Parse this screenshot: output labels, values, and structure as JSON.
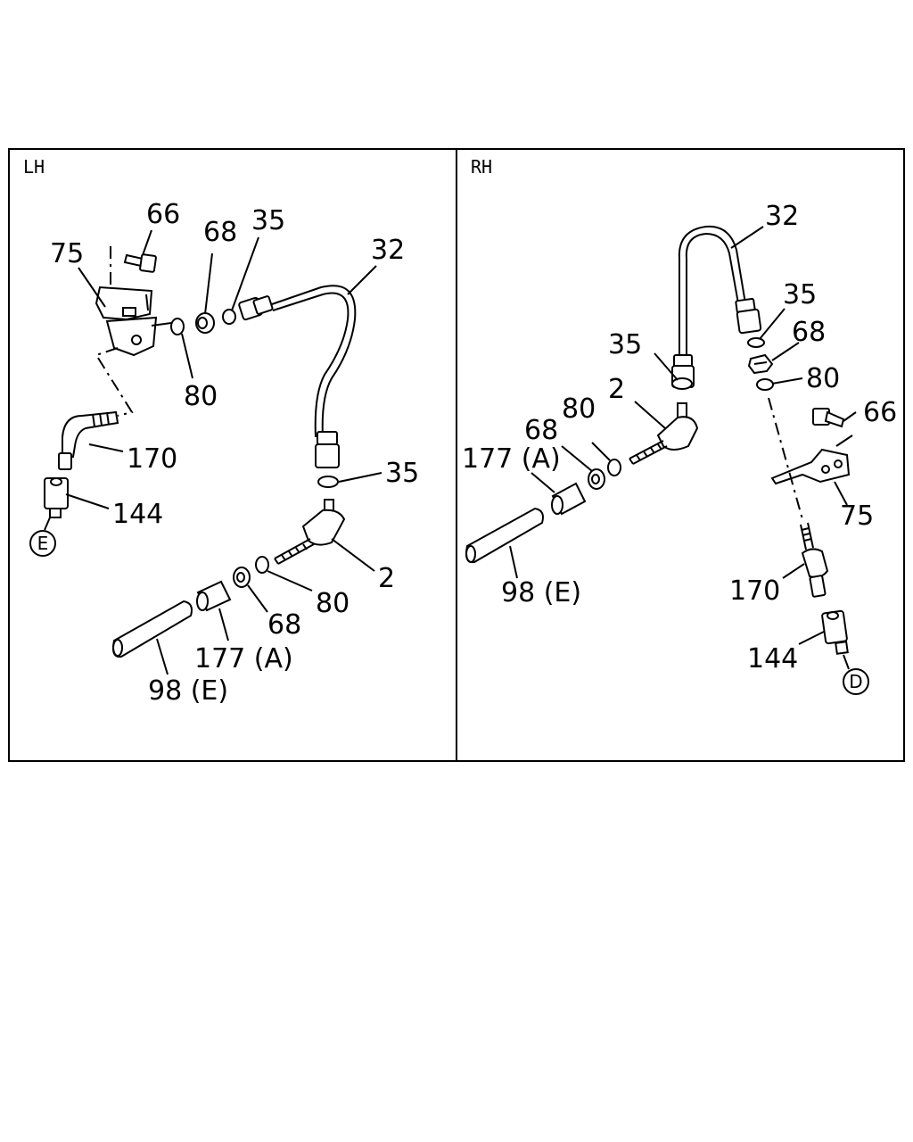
{
  "panels": {
    "left": {
      "side_label": "LH",
      "callouts": {
        "c66": "66",
        "c75": "75",
        "c68a": "68",
        "c35a": "35",
        "c32": "32",
        "c80a": "80",
        "c170": "170",
        "c35b": "35",
        "c144": "144",
        "c2": "2",
        "c80b": "80",
        "c68b": "68",
        "c177": "177 (A)",
        "c98": "98 (E)"
      },
      "connector": "E"
    },
    "right": {
      "side_label": "RH",
      "callouts": {
        "c32": "32",
        "c35a": "35",
        "c68a": "68",
        "c35b": "35",
        "c80a": "80",
        "c2": "2",
        "c80b": "80",
        "c66": "66",
        "c68b": "68",
        "c177": "177 (A)",
        "c75": "75",
        "c98": "98 (E)",
        "c170": "170",
        "c144": "144"
      },
      "connector": "D"
    }
  }
}
